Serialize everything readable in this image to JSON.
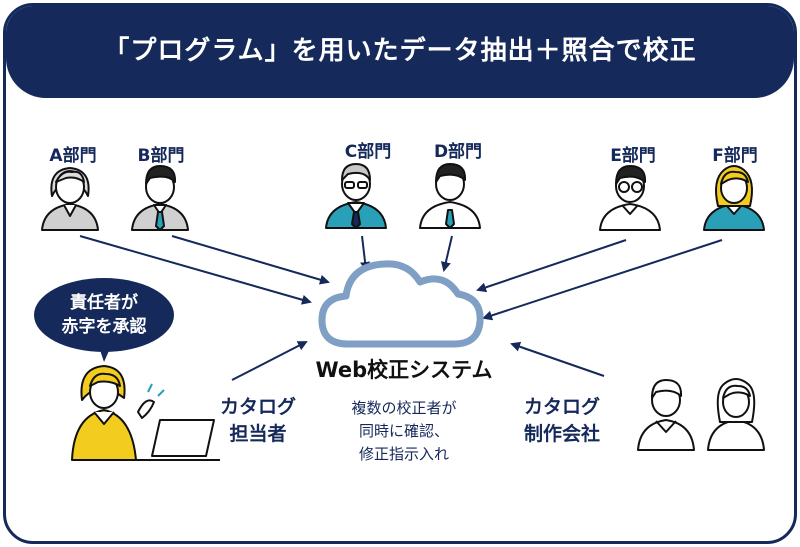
{
  "title": "「プログラム」を用いたデータ抽出＋照合で校正",
  "departments": [
    {
      "label": "A部門"
    },
    {
      "label": "B部門"
    },
    {
      "label": "C部門"
    },
    {
      "label": "D部門"
    },
    {
      "label": "E部門"
    },
    {
      "label": "F部門"
    }
  ],
  "bubble": {
    "line1": "責任者が",
    "line2": "赤字を承認"
  },
  "system_label": "Web校正システム",
  "catalog_staff": {
    "line1": "カタログ",
    "line2": "担当者"
  },
  "catalog_maker": {
    "line1": "カタログ",
    "line2": "制作会社"
  },
  "description": {
    "line1": "複数の校正者が",
    "line2": "同時に確認、",
    "line3": "修正指示入れ"
  },
  "colors": {
    "navy": "#15295a",
    "cloud": "#7f9fc4",
    "teal": "#2aa0b8",
    "yellow": "#f2cc1f"
  }
}
